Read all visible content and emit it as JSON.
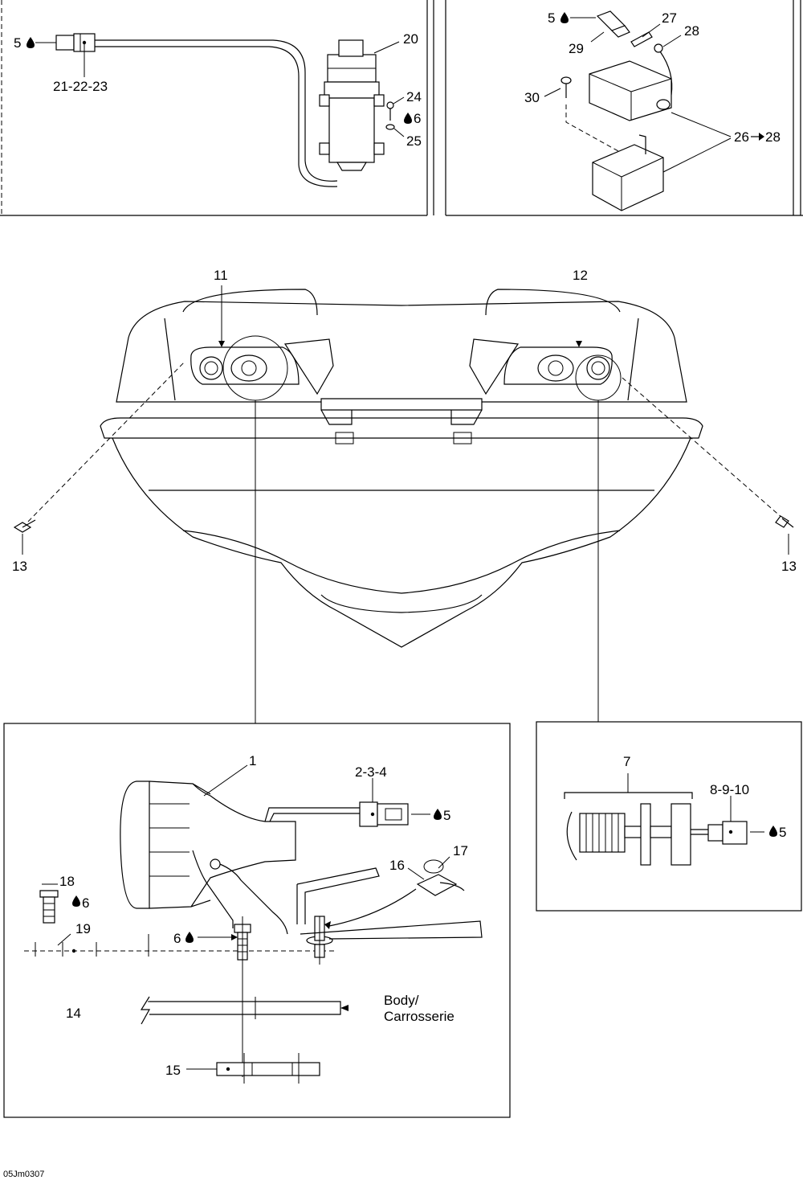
{
  "callouts": {
    "c1": "1",
    "c2_3_4": "2-3-4",
    "c5": "5",
    "c6": "6",
    "c7": "7",
    "c8_9_10": "8-9-10",
    "c11": "11",
    "c12": "12",
    "c13": "13",
    "c14": "14",
    "c15": "15",
    "c16": "16",
    "c17": "17",
    "c18": "18",
    "c19": "19",
    "c20": "20",
    "c21_22_23": "21-22-23",
    "c24": "24",
    "c25": "25",
    "c26_28": "26",
    "c26_28_end": "28",
    "c27": "27",
    "c28": "28",
    "c29": "29",
    "c30": "30"
  },
  "body_label": {
    "line1": "Body/",
    "line2": "Carrosserie"
  },
  "reference_code": "05Jm0307",
  "icons": [
    "lubricant-drop-icon",
    "arrow-right-icon"
  ]
}
